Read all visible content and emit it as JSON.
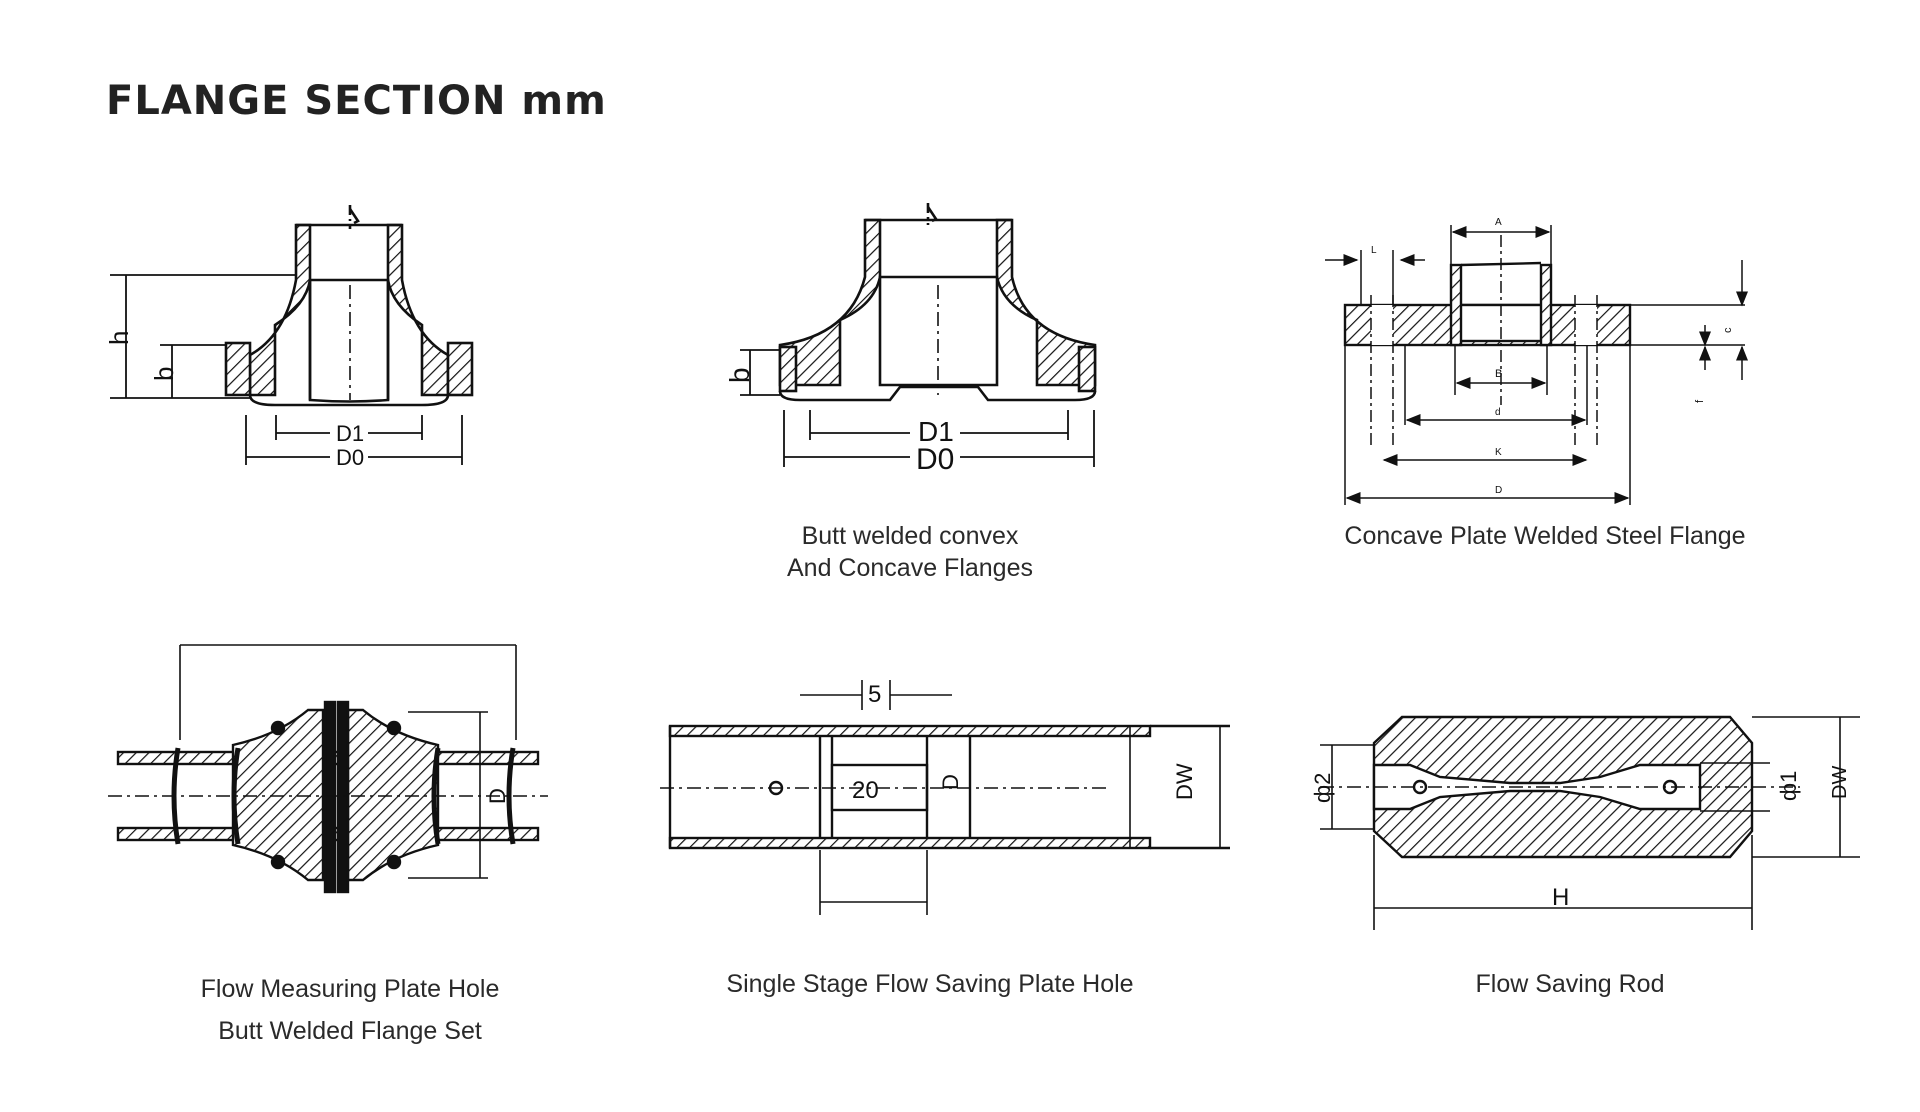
{
  "page": {
    "title": "FLANGE SECTION mm"
  },
  "figures": [
    {
      "id": "weld-neck-flange",
      "caption": [],
      "labels": {
        "h": "h",
        "b": "b",
        "d1": "D1",
        "d0": "D0"
      }
    },
    {
      "id": "butt-welded-convex-concave",
      "caption": [
        "Butt welded convex",
        "And Concave Flanges"
      ],
      "labels": {
        "b": "b",
        "d1": "D1",
        "d0": "D0"
      }
    },
    {
      "id": "concave-plate-welded",
      "caption": [
        "Concave Plate Welded Steel Flange"
      ],
      "labels": {
        "a": "A",
        "l": "L",
        "b": "B",
        "d_small": "d",
        "k": "K",
        "d_big": "D",
        "c": "c",
        "f": "f"
      }
    },
    {
      "id": "flow-measuring-plate-hole",
      "caption": [
        "Flow Measuring Plate Hole",
        "Butt Welded Flange Set"
      ],
      "labels": {
        "d": "D"
      }
    },
    {
      "id": "single-stage-flow-saving",
      "caption": [
        "Single Stage Flow Saving Plate Hole"
      ],
      "labels": {
        "five": "5",
        "twenty": "20",
        "d": "D",
        "dw": "DW"
      }
    },
    {
      "id": "flow-saving-rod",
      "caption": [
        "Flow Saving Rod"
      ],
      "labels": {
        "phi2": "ф2",
        "phi1": "ф1",
        "dw": "DW",
        "h": "H"
      }
    }
  ],
  "colors": {
    "ink": "#111111",
    "text": "#2a2a2a"
  }
}
